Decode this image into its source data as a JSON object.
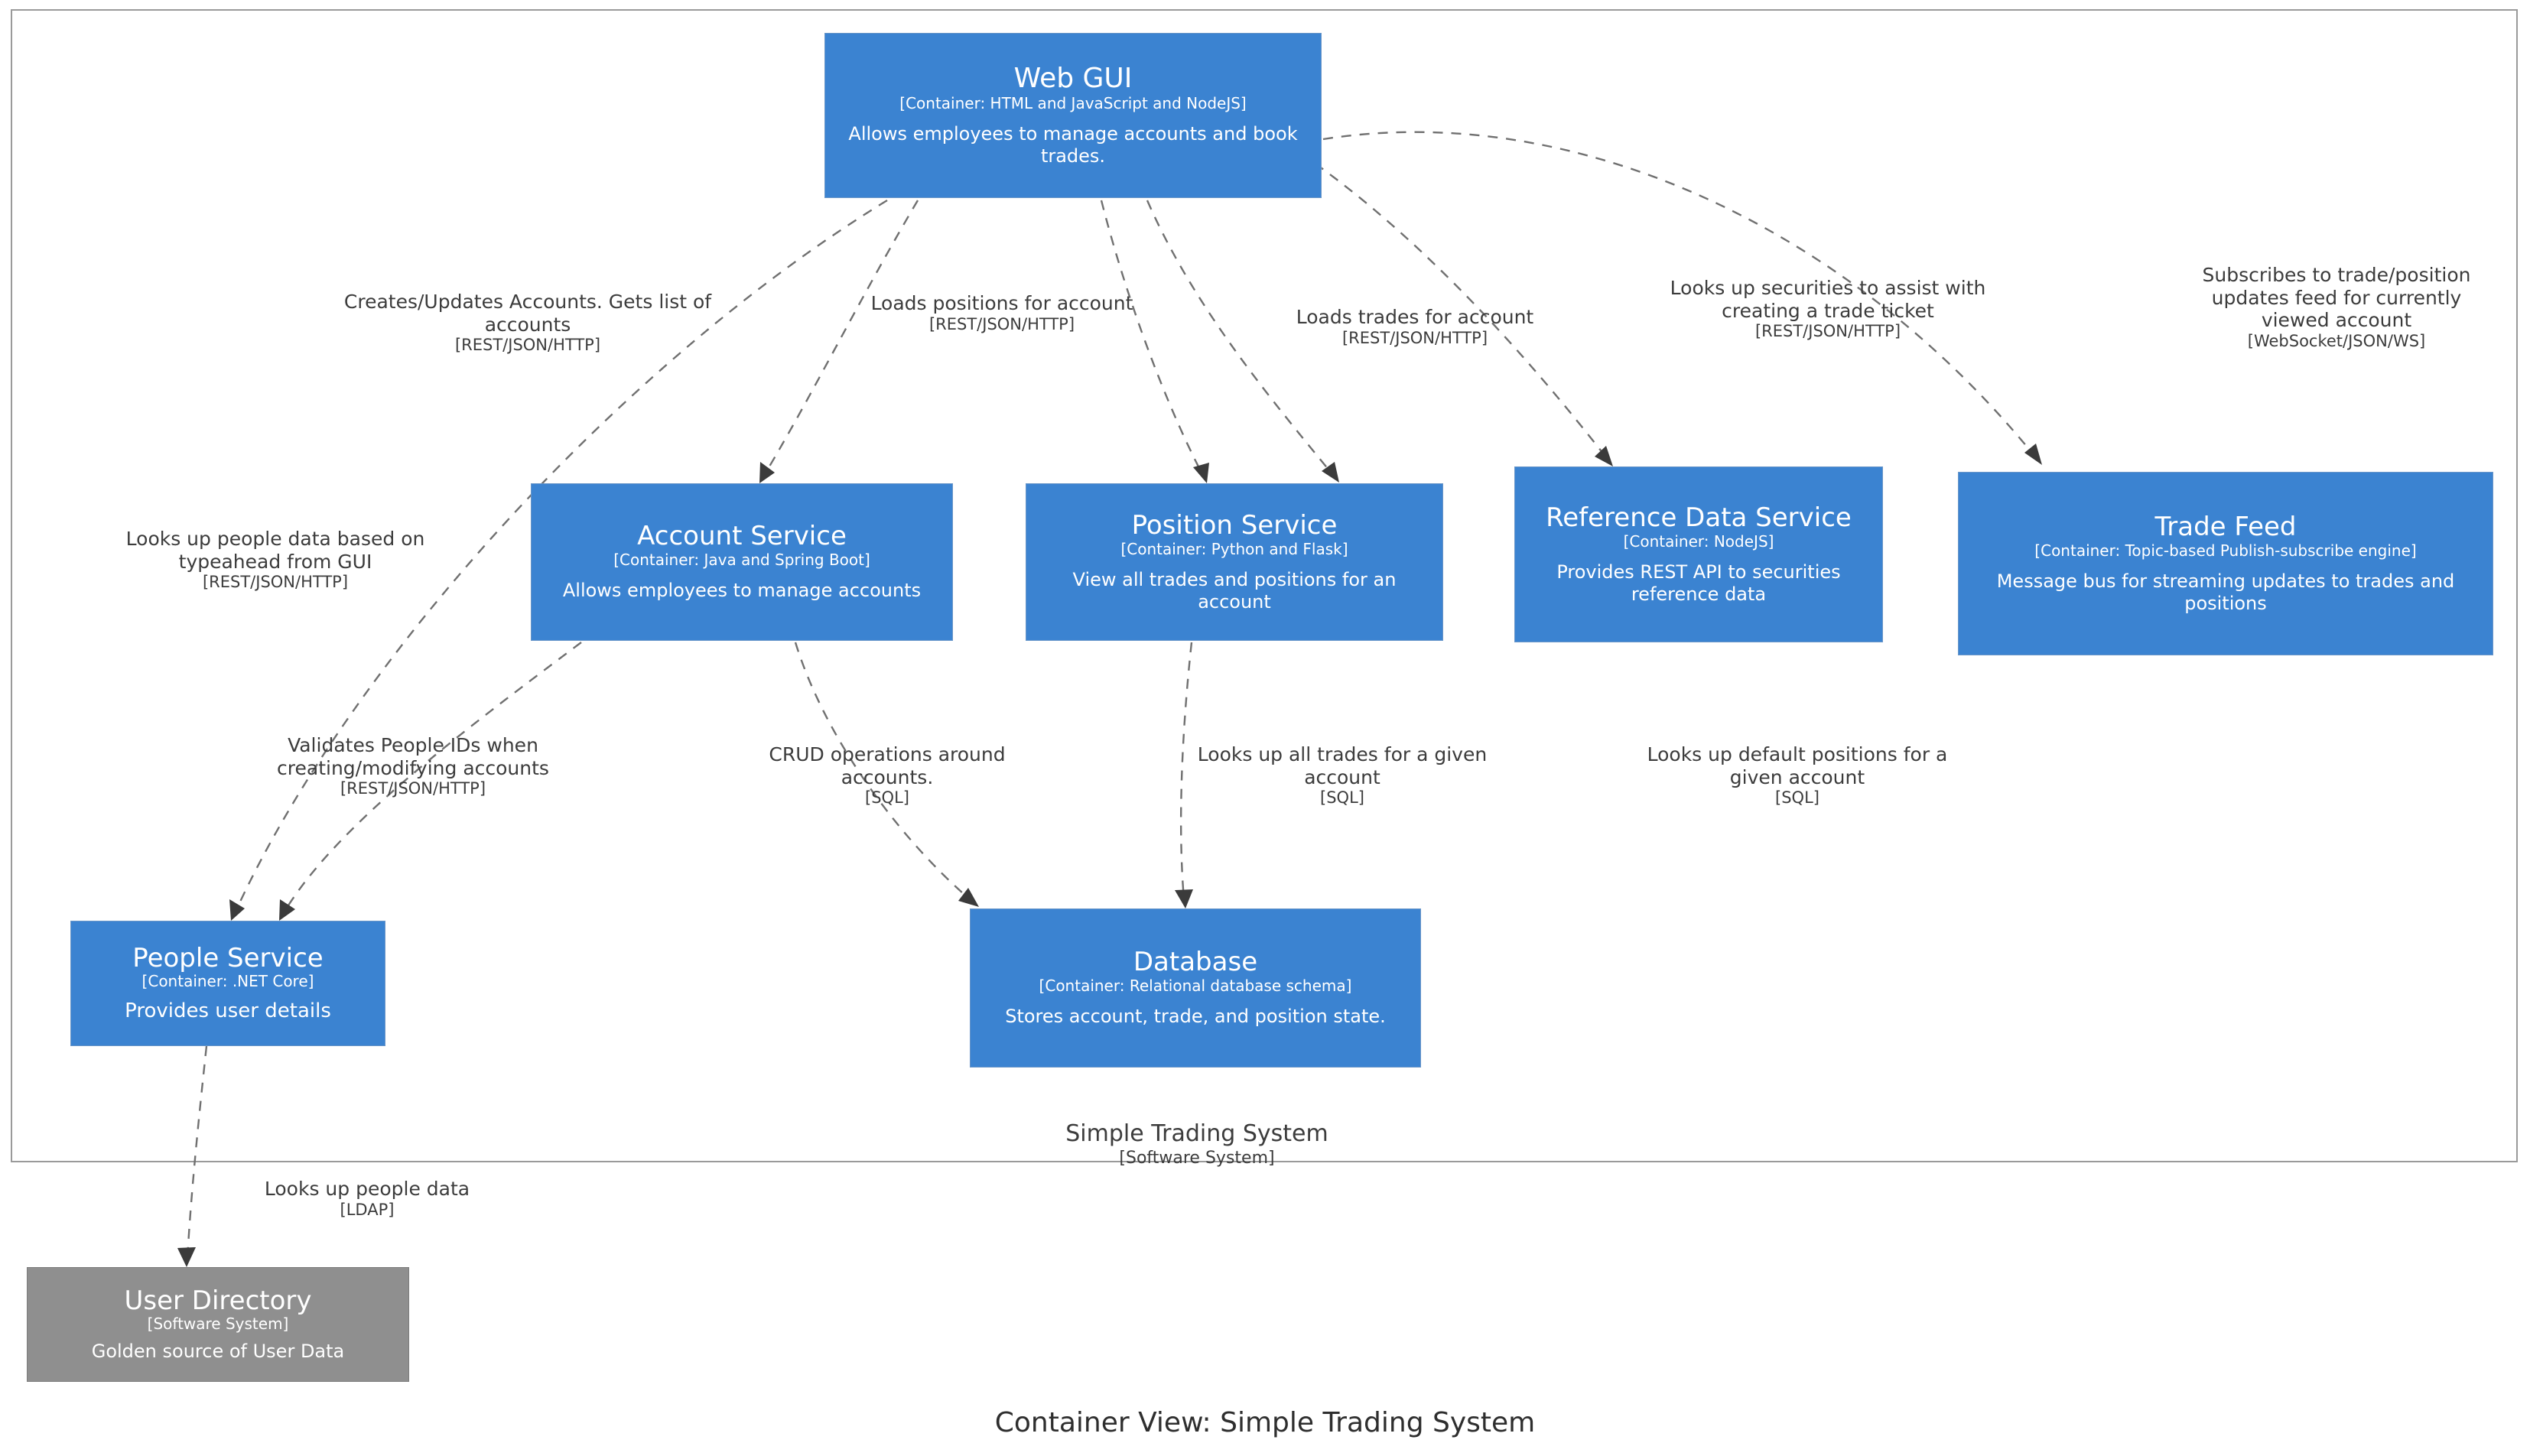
{
  "diagram": {
    "title": "Container View: Simple Trading System",
    "boundary": {
      "name": "Simple Trading System",
      "type": "[Software System]"
    },
    "colors": {
      "container": "#3b83d1",
      "external_system": "#8f8f8f",
      "edge": "#707070",
      "text": "#333333",
      "background": "#ffffff"
    }
  },
  "nodes": {
    "web_gui": {
      "name": "Web GUI",
      "type": "[Container: HTML and JavaScript and NodeJS]",
      "description": "Allows employees to manage accounts and book trades."
    },
    "account_service": {
      "name": "Account Service",
      "type": "[Container: Java and Spring Boot]",
      "description": "Allows employees to manage accounts"
    },
    "position_service": {
      "name": "Position Service",
      "type": "[Container: Python and Flask]",
      "description": "View all trades and positions for an account"
    },
    "reference_data_service": {
      "name": "Reference Data Service",
      "type": "[Container: NodeJS]",
      "description": "Provides REST API to securities reference data"
    },
    "trade_feed": {
      "name": "Trade Feed",
      "type": "[Container: Topic-based Publish-subscribe engine]",
      "description": "Message bus for streaming updates to trades and positions"
    },
    "people_service": {
      "name": "People Service",
      "type": "[Container: .NET Core]",
      "description": "Provides user details"
    },
    "database": {
      "name": "Database",
      "type": "[Container: Relational database schema]",
      "description": "Stores account, trade, and position state."
    },
    "user_directory": {
      "name": "User Directory",
      "type": "[Software System]",
      "description": "Golden source of User Data"
    }
  },
  "edges": {
    "gui_to_account": {
      "text": "Creates/Updates Accounts. Gets list of accounts",
      "tech": "[REST/JSON/HTTP]",
      "from": "web_gui",
      "to": "account_service"
    },
    "gui_to_position": {
      "text": "Loads positions for account",
      "tech": "[REST/JSON/HTTP]",
      "from": "web_gui",
      "to": "position_service"
    },
    "gui_to_trades": {
      "text": "Loads trades for account",
      "tech": "[REST/JSON/HTTP]",
      "from": "web_gui",
      "to": "position_service"
    },
    "gui_to_refdata": {
      "text": "Looks up securities to assist with creating a trade ticket",
      "tech": "[REST/JSON/HTTP]",
      "from": "web_gui",
      "to": "reference_data_service"
    },
    "gui_to_feed": {
      "text": "Subscribes to trade/position updates feed for currently viewed account",
      "tech": "[WebSocket/JSON/WS]",
      "from": "web_gui",
      "to": "trade_feed"
    },
    "gui_to_people": {
      "text": "Looks up people data based on typeahead from GUI",
      "tech": "[REST/JSON/HTTP]",
      "from": "web_gui",
      "to": "people_service"
    },
    "account_to_people": {
      "text": "Validates People IDs when creating/modifying accounts",
      "tech": "[REST/JSON/HTTP]",
      "from": "account_service",
      "to": "people_service"
    },
    "account_to_db": {
      "text": "CRUD operations around accounts.",
      "tech": "[SQL]",
      "from": "account_service",
      "to": "database"
    },
    "position_to_db": {
      "text": "Looks up all trades for a given account",
      "tech": "[SQL]",
      "from": "position_service",
      "to": "database"
    },
    "refdata_to_db": {
      "text": "Looks up default positions for a given account",
      "tech": "[SQL]",
      "from": "position_service",
      "to": "database"
    },
    "people_to_directory": {
      "text": "Looks up people data",
      "tech": "[LDAP]",
      "from": "people_service",
      "to": "user_directory"
    }
  }
}
